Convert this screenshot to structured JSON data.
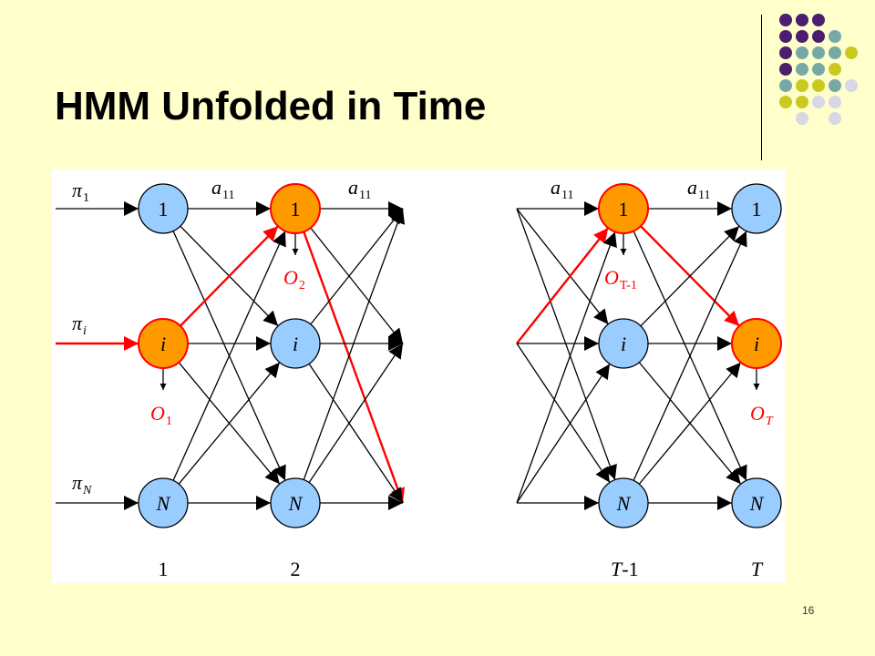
{
  "slide": {
    "title": "HMM Unfolded in Time",
    "page_number": "16"
  },
  "colors": {
    "background": "#ffffcc",
    "node_blue": "#99ccff",
    "node_orange": "#ff9900",
    "highlight_red": "#ff0000",
    "dot_purple": "#4b1e6e",
    "dot_teal": "#77a9a4",
    "dot_yellow": "#c9c920",
    "dot_gray": "#d7d7e6"
  },
  "decor_dots": [
    [
      "purple",
      "purple",
      "purple",
      "",
      ""
    ],
    [
      "purple",
      "purple",
      "purple",
      "teal",
      ""
    ],
    [
      "purple",
      "teal",
      "teal",
      "teal",
      "yellow"
    ],
    [
      "purple",
      "teal",
      "teal",
      "yellow",
      ""
    ],
    [
      "teal",
      "yellow",
      "yellow",
      "teal",
      "gray"
    ],
    [
      "yellow",
      "yellow",
      "gray",
      "gray",
      ""
    ],
    [
      "",
      "gray",
      "",
      "gray",
      ""
    ]
  ],
  "diagram": {
    "state_labels": [
      "1",
      "i",
      "N"
    ],
    "time_labels": {
      "t1": "1",
      "t2": "2",
      "tT1_italic": "T",
      "tT1_rest": "-1",
      "tT": "T"
    },
    "initial_probs": [
      {
        "base": "π",
        "sub": "1"
      },
      {
        "base": "π",
        "sub": "i"
      },
      {
        "base": "π",
        "sub": "N"
      }
    ],
    "transition_label": {
      "base": "a",
      "sub": "11"
    },
    "observations": [
      {
        "base": "O",
        "sub": "1"
      },
      {
        "base": "O",
        "sub": "2"
      },
      {
        "base": "O",
        "sub": "T-1"
      },
      {
        "base": "O",
        "sub": "T"
      }
    ]
  }
}
